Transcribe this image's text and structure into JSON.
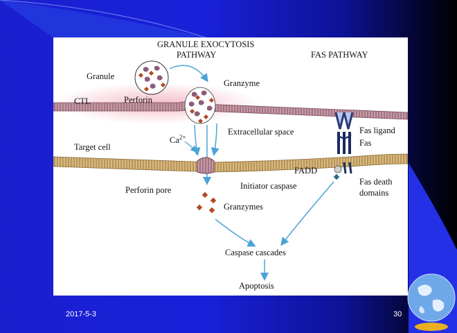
{
  "footer": {
    "date": "2017-5-3",
    "page": "30"
  },
  "diagram": {
    "pathway_granule_line1": "GRANULE EXOCYTOSIS",
    "pathway_granule_line2": "PATHWAY",
    "pathway_fas": "FAS PATHWAY",
    "label_granule": "Granule",
    "label_granzyme": "Granzyme",
    "label_ctl": "CTL",
    "label_perforin": "Perforin",
    "label_extracellular": "Extracellular space",
    "label_ca_base": "Ca",
    "label_ca_sup": "2+",
    "label_target_cell": "Target cell",
    "label_fas_ligand": "Fas ligand",
    "label_fas": "Fas",
    "label_fadd": "FADD",
    "label_initiator": "Initiator caspase",
    "label_fas_death_1": "Fas death",
    "label_fas_death_2": "domains",
    "label_perforin_pore": "Perforin pore",
    "label_granzymes": "Granzymes",
    "label_caspase": "Caspase cascades",
    "label_apoptosis": "Apoptosis"
  },
  "colors": {
    "membrane": "#c9a86a",
    "membrane_dark": "#9c7a44",
    "ctl_membrane": "#a8788a",
    "ctl_glow": "#f3c6cf",
    "perforin": "#8e5b7a",
    "granzyme": "#b24a22",
    "arrow": "#4aa3d6",
    "fas": "#2a3a7a"
  }
}
